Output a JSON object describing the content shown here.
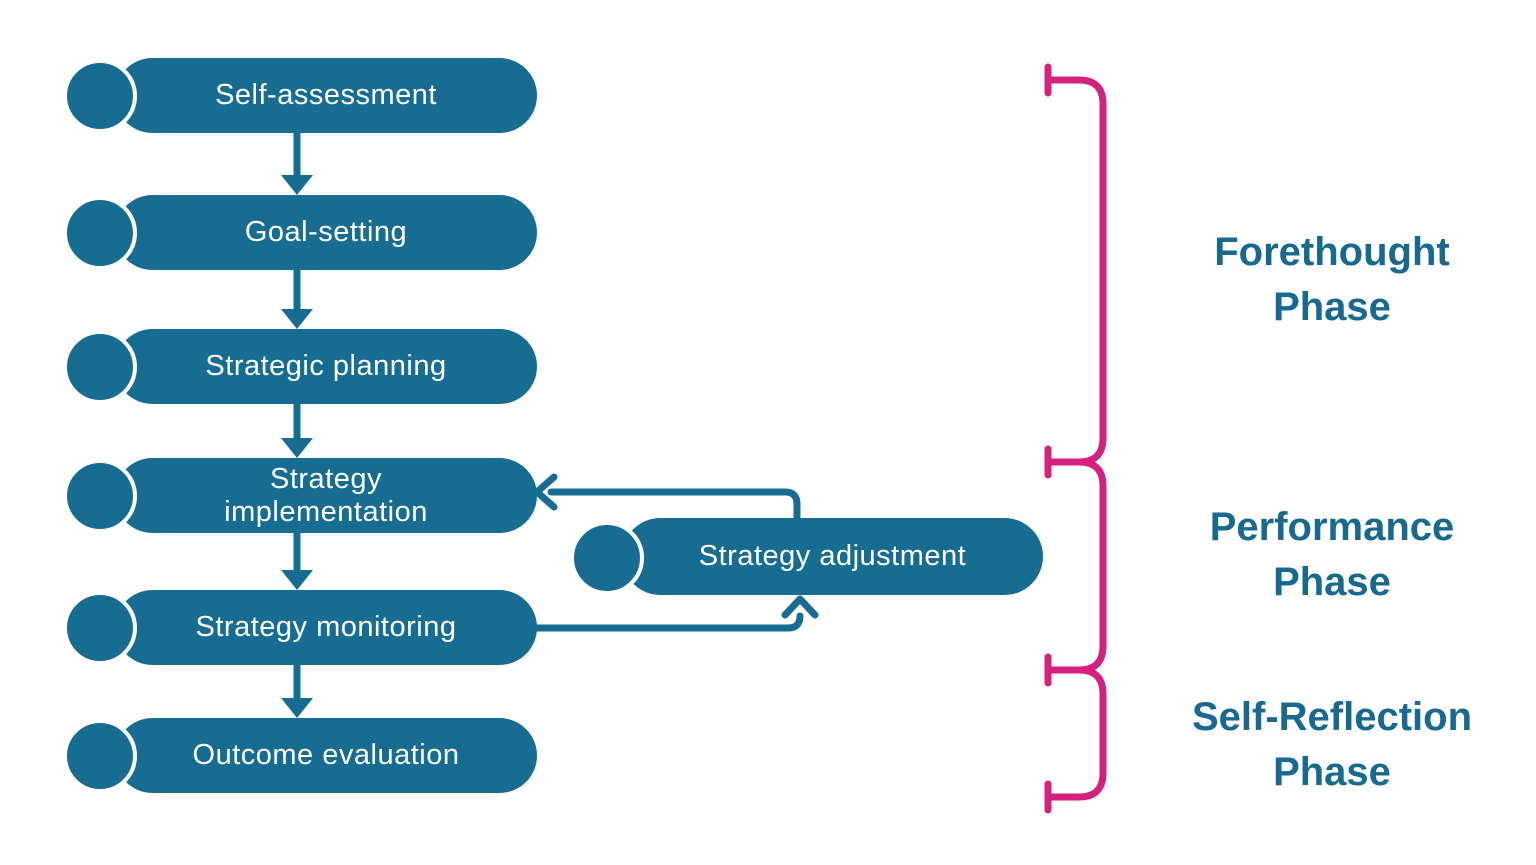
{
  "diagram": {
    "steps": [
      {
        "label": "Self-assessment"
      },
      {
        "label": "Goal-setting"
      },
      {
        "label": "Strategic planning"
      },
      {
        "label": "Strategy implementation"
      },
      {
        "label": "Strategy monitoring"
      },
      {
        "label": "Outcome evaluation"
      }
    ],
    "adjustment": {
      "label": "Strategy adjustment"
    },
    "phases": [
      {
        "line1": "Forethought",
        "line2": "Phase"
      },
      {
        "line1": "Performance",
        "line2": "Phase"
      },
      {
        "line1": "Self-Reflection",
        "line2": "Phase"
      }
    ],
    "colors": {
      "teal": "#176C91",
      "phase_text_teal": "#17698F",
      "bracket_pink": "#D5217E",
      "label_on_teal": "#FFFFFF",
      "background": "#FFFFFF"
    }
  }
}
